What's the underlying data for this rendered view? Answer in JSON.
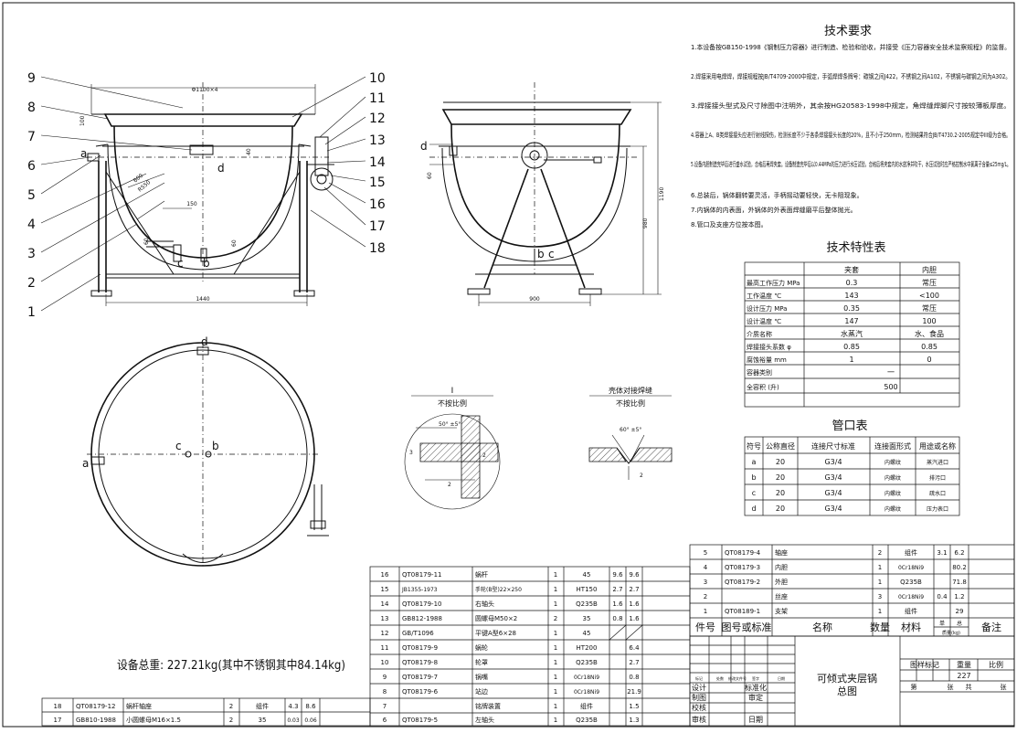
{
  "callouts": [
    "1",
    "2",
    "3",
    "4",
    "5",
    "6",
    "7",
    "8",
    "9",
    "10",
    "11",
    "12",
    "13",
    "14",
    "15",
    "16",
    "17",
    "18"
  ],
  "dims": {
    "front_top_width": "Φ1100×4",
    "front_base_width": "1440",
    "side_base_width": "900",
    "side_height_a": "1190",
    "side_height_b": "980",
    "r_inner": "R550",
    "r_outer": "600",
    "d_150": "150",
    "d_60a": "60",
    "d_60b": "60",
    "d_100": "100",
    "d_40": "40",
    "d_60c": "60"
  },
  "port_letters": {
    "a": "a",
    "b": "b",
    "c": "c",
    "d": "d"
  },
  "detail_I": {
    "title": "I",
    "sub": "不按比例",
    "angle": "50° ±5°",
    "d1": "2",
    "d2": "2",
    "d3": "3"
  },
  "detail_weld": {
    "title": "壳体对接焊缝",
    "sub": "不按比例",
    "angle": "60° ±5°",
    "d1": "2"
  },
  "tech_req": {
    "title": "技术要求",
    "lines": [
      "1.本设备按GB150-1998《钢制压力容器》进行制造、检验和验收，并接受《压力容器安全技术监察规程》的监督。",
      "2.焊接采用电焊焊，焊接规程按JB/T4709-2000中规定，手弧焊焊条牌号：碳钢之间J422，不锈钢之间A102，不锈钢与碳钢之间为A302。",
      "3.焊接接头型式及尺寸除图中注明外，其余按HG20583-1998中规定，角焊缝焊脚尺寸按较薄板厚度。",
      "4.容器上A、B类焊接接头应进行射线探伤，检测长度不少于各条焊接接头长度的20%，且不小于250mm，检测结果符合JB/T4730.2-2005规定中III级为合格。",
      "5.设备内胆制造完毕后进行盛水试验，合格后再焊夹套。设备制造完毕后以0.44MPa的压力进行水压试验，合格后将夹套内的水放净并吹干，水压试验时应严格控制水中氯离子含量≤25mg/L。",
      "6.总装后，锅体翻转要灵活，手柄摇动要轻快，无卡阻现象。",
      "7.内锅体的内表面，外锅体的外表面焊缝磨平后整体抛光。",
      "8.管口及支座方位按本图。"
    ]
  },
  "spec": {
    "title": "技术特性表",
    "header": [
      "",
      "夹套",
      "内胆"
    ],
    "rows": [
      [
        "最高工作压力 MPa",
        "0.3",
        "常压"
      ],
      [
        "工作温度 ℃",
        "143",
        "<100"
      ],
      [
        "设计压力 MPa",
        "0.35",
        "常压"
      ],
      [
        "设计温度 ℃",
        "147",
        "100"
      ],
      [
        "介质名称",
        "水蒸汽",
        "水、食品"
      ],
      [
        "焊接接头系数 φ",
        "0.85",
        "0.85"
      ],
      [
        "腐蚀裕量 mm",
        "1",
        "0"
      ],
      [
        "容器类别",
        "一",
        ""
      ],
      [
        "全容积 (升)",
        "500",
        ""
      ]
    ]
  },
  "nozzle": {
    "title": "管口表",
    "header": [
      "符号",
      "公称直径",
      "连接尺寸标准",
      "连接面形式",
      "用途或名称"
    ],
    "rows": [
      [
        "a",
        "20",
        "G3/4",
        "内螺纹",
        "蒸汽进口"
      ],
      [
        "b",
        "20",
        "G3/4",
        "内螺纹",
        "排污口"
      ],
      [
        "c",
        "20",
        "G3/4",
        "内螺纹",
        "疏水口"
      ],
      [
        "d",
        "20",
        "G3/4",
        "内螺纹",
        "压力表口"
      ]
    ]
  },
  "bom_mid": [
    [
      "16",
      "QT08179-11",
      "蜗杆",
      "1",
      "45",
      "9.6",
      "9.6",
      ""
    ],
    [
      "15",
      "JB1355-1973",
      "手轮(B型)22×250",
      "1",
      "HT150",
      "2.7",
      "2.7",
      ""
    ],
    [
      "14",
      "QT08179-10",
      "右轴头",
      "1",
      "Q235B",
      "1.6",
      "1.6",
      ""
    ],
    [
      "13",
      "GB812-1988",
      "圆螺母M50×2",
      "2",
      "35",
      "0.8",
      "1.6",
      ""
    ],
    [
      "12",
      "GB/T1096",
      "平键A型6×28",
      "1",
      "45",
      "",
      "",
      ""
    ],
    [
      "11",
      "QT08179-9",
      "蜗轮",
      "1",
      "HT200",
      "",
      "6.4",
      ""
    ],
    [
      "10",
      "QT08179-8",
      "轮罩",
      "1",
      "Q235B",
      "",
      "2.7",
      ""
    ],
    [
      "9",
      "QT08179-7",
      "锅嘴",
      "1",
      "0Cr18Ni9",
      "",
      "0.8",
      ""
    ],
    [
      "8",
      "QT08179-6",
      "站边",
      "1",
      "0Cr18Ni9",
      "",
      "21.9",
      ""
    ],
    [
      "7",
      "",
      "铭牌装置",
      "1",
      "组件",
      "",
      "1.5",
      ""
    ],
    [
      "6",
      "QT08179-5",
      "左轴头",
      "1",
      "Q235B",
      "",
      "1.3",
      ""
    ]
  ],
  "bom_left": [
    [
      "18",
      "QT08179-12",
      "蜗杆轴座",
      "2",
      "组件",
      "4.3",
      "8.6",
      ""
    ],
    [
      "17",
      "GB810-1988",
      "小圆螺母M16×1.5",
      "2",
      "35",
      "0.03",
      "0.06",
      ""
    ]
  ],
  "bom_right": [
    [
      "5",
      "QT08179-4",
      "轴座",
      "2",
      "组件",
      "3.1",
      "6.2",
      ""
    ],
    [
      "4",
      "QT08179-3",
      "内胆",
      "1",
      "0Cr18Ni9",
      "",
      "80.2",
      ""
    ],
    [
      "3",
      "QT08179-2",
      "外胆",
      "1",
      "Q235B",
      "",
      "71.8",
      ""
    ],
    [
      "2",
      "",
      "丝座",
      "3",
      "0Cr18Ni9",
      "0.4",
      "1.2",
      ""
    ],
    [
      "1",
      "QT08189-1",
      "支架",
      "1",
      "组件",
      "",
      "29",
      ""
    ]
  ],
  "bom_header": {
    "no": "件号",
    "code": "图号或标准",
    "name": "名称",
    "qty": "数量",
    "mat": "材料",
    "unit": "单",
    "total": "总",
    "weight": "质量(kg)",
    "note": "备注"
  },
  "total_weight": "设备总重: 227.21kg(其中不锈钢其中84.14kg)",
  "title_block": {
    "drawing_name": "可倾式夹层锅",
    "drawing_sub": "总图",
    "mark_label": "图样标记",
    "weight_label": "重量",
    "scale_label": "比例",
    "weight_value": "227",
    "sheet_label": "第",
    "sheet_unit": "张",
    "total_label": "共",
    "total_unit": "张",
    "rev_cols": [
      "标记",
      "处数",
      "修改文件号",
      "签字",
      "日期"
    ],
    "roles": [
      "设计",
      "制图",
      "校核",
      "审核"
    ],
    "role_right": [
      "标准化",
      "审定",
      "日期"
    ]
  }
}
